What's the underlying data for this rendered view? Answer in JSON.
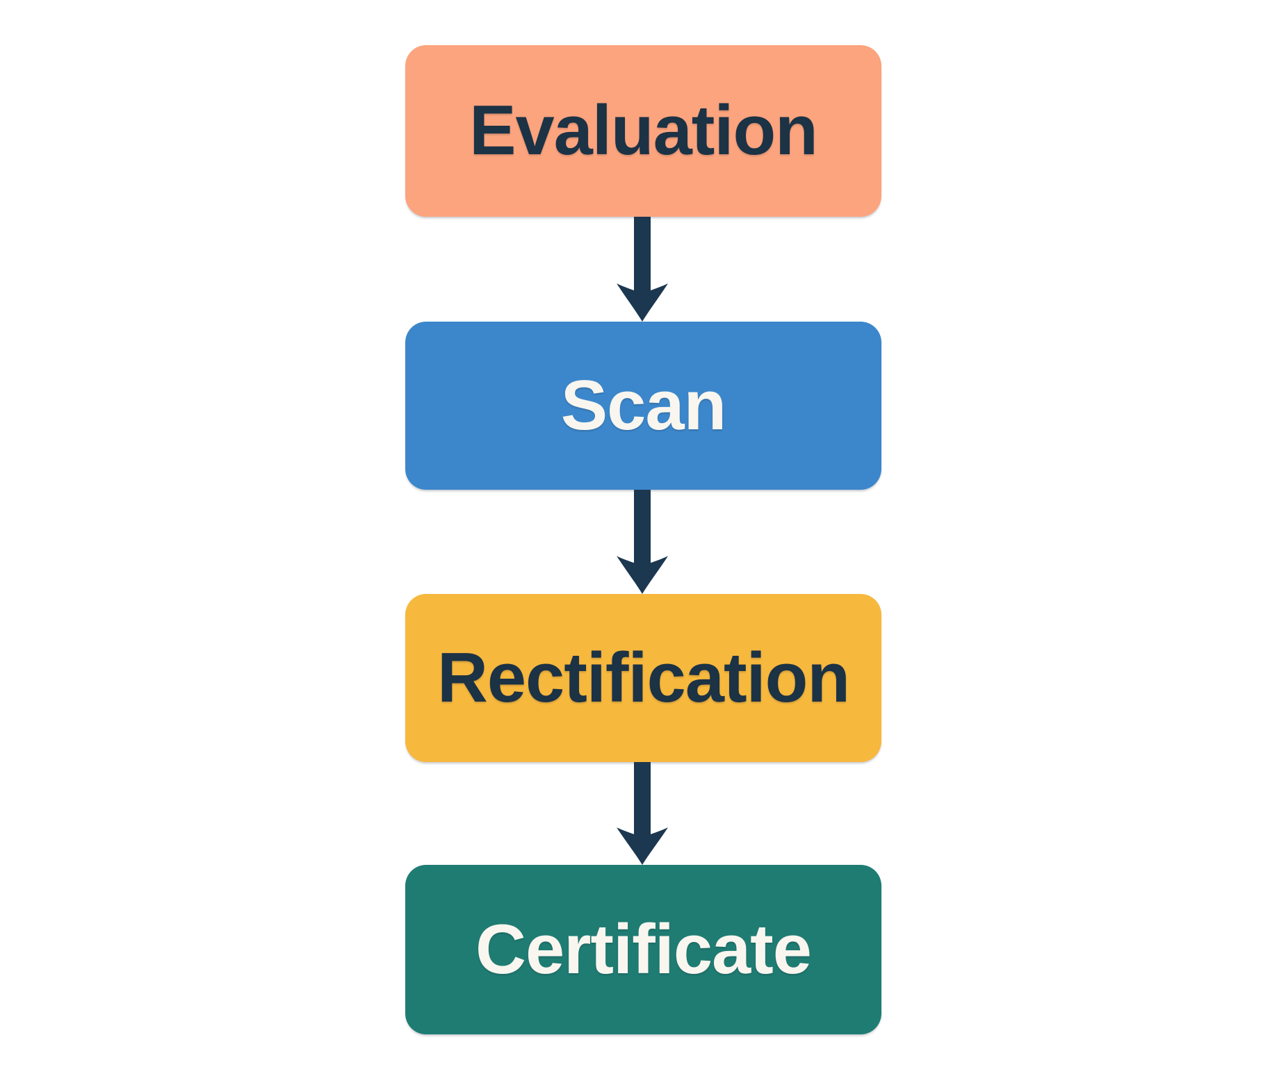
{
  "diagram": {
    "type": "flowchart",
    "direction": "top-down",
    "background": "#FFFFFF",
    "arrow_color": "#1C3750",
    "navy_text_color": "#1C3245",
    "light_text_color": "#F9F6EF",
    "nodes": [
      {
        "id": "evaluation",
        "label": "Evaluation",
        "fill": "#FCA47E",
        "text_color": "#1C3245"
      },
      {
        "id": "scan",
        "label": "Scan",
        "fill": "#3C87CB",
        "text_color": "#F9F6EF"
      },
      {
        "id": "rectification",
        "label": "Rectification",
        "fill": "#F7B83E",
        "text_color": "#1C3245"
      },
      {
        "id": "certificate",
        "label": "Certificate",
        "fill": "#1F7C73",
        "text_color": "#F9F6EF"
      }
    ],
    "edges": [
      {
        "from": "evaluation",
        "to": "scan"
      },
      {
        "from": "scan",
        "to": "rectification"
      },
      {
        "from": "rectification",
        "to": "certificate"
      }
    ]
  }
}
